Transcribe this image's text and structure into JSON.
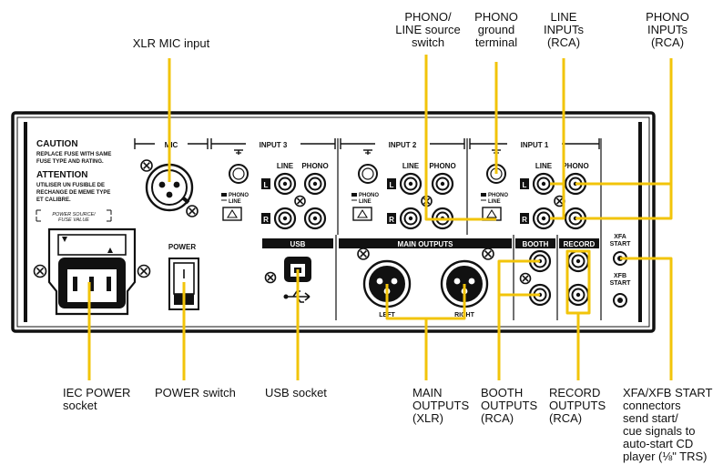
{
  "accent_color": "#f2c40a",
  "panel": {
    "caution_title": "CAUTION",
    "caution_text_1": "REPLACE FUSE WITH SAME",
    "caution_text_2": "FUSE TYPE AND RATING.",
    "attention_title": "ATTENTION",
    "attention_text_1": "UTILISER UN FUSIBLE DE",
    "attention_text_2": "RECHANGE DE MEME TYPE",
    "attention_text_3": "ET CALIBRE.",
    "fuse_label_1": "POWER SOURCE/",
    "fuse_label_2": "FUSE VALUE",
    "mic_label": "MIC",
    "input3_label": "INPUT 3",
    "input2_label": "INPUT 2",
    "input1_label": "INPUT 1",
    "line_label": "LINE",
    "phono_label": "PHONO",
    "l_label": "L",
    "r_label": "R",
    "switch_phono_label": "PHONO",
    "switch_line_label": "LINE",
    "power_label": "POWER",
    "usb_label": "USB",
    "main_outputs_label": "MAIN OUTPUTS",
    "left_label": "LEFT",
    "right_label": "RIGHT",
    "booth_label": "BOOTH",
    "record_label": "RECORD",
    "xfa_label_1": "XFA",
    "xfa_label_2": "START",
    "xfb_label_1": "XFB",
    "xfb_label_2": "START"
  },
  "callouts": {
    "xlr_mic": "XLR MIC input",
    "phono_line_switch": "PHONO/\nLINE source\nswitch",
    "phono_ground": "PHONO\nground\nterminal",
    "line_inputs": "LINE\nINPUTs\n(RCA)",
    "phono_inputs": "PHONO\nINPUTs\n(RCA)",
    "iec_power": "IEC POWER\nsocket",
    "power_switch": "POWER switch",
    "usb_socket": "USB socket",
    "main_outputs": "MAIN\nOUTPUTS\n(XLR)",
    "booth_outputs": "BOOTH\nOUTPUTS\n(RCA)",
    "record_outputs": "RECORD\nOUTPUTS\n(RCA)",
    "xfa_xfb": "XFA/XFB START\nconnectors\nsend start/\ncue signals to\nauto-start CD\nplayer (⅛\" TRS)"
  }
}
